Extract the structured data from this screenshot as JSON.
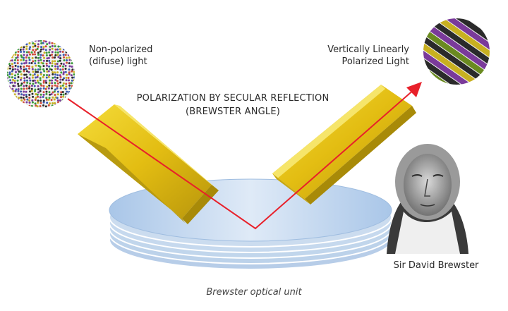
{
  "labels": {
    "left": [
      "Non-polarized",
      "(difuse) light"
    ],
    "right": [
      "Vertically Linearly",
      "Polarized Light"
    ],
    "title": [
      "POLARIZATION BY SECULAR REFLECTION",
      "(BREWSTER ANGLE)"
    ],
    "portrait_caption": "Sir David Brewster",
    "unit_caption": "Brewster optical unit"
  },
  "colors": {
    "beam": "#e8202a",
    "prism": "#e6c21a",
    "prism_dark": "#b89a10",
    "disc": "#bcd3ec",
    "disc_edge": "#8eb0d6",
    "dots": [
      "#3a9b3a",
      "#7a3a9a",
      "#d04a3a",
      "#3a5ab0",
      "#c8b020",
      "#2a2a2a"
    ],
    "stripes": [
      "#6a8a20",
      "#7a3a9a",
      "#c8b020",
      "#2a2a2a"
    ]
  }
}
